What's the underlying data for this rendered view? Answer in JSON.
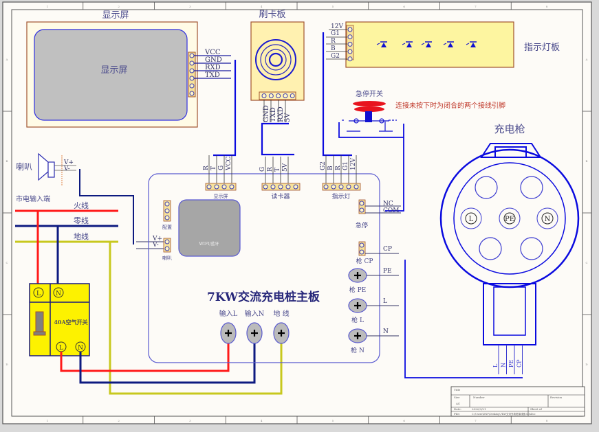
{
  "frame": {
    "column_markers": [
      "1",
      "2",
      "3",
      "4",
      "5",
      "6",
      "7",
      "8"
    ],
    "row_markers": [
      "A",
      "B",
      "C",
      "D"
    ]
  },
  "display": {
    "title": "显示屏",
    "screen_label": "显示屏",
    "pins": [
      "VCC",
      "GND",
      "RXD",
      "TXD"
    ]
  },
  "card_reader": {
    "title": "刷卡板",
    "pins": [
      "GND",
      "TXD",
      "RXD",
      "5V"
    ]
  },
  "indicator": {
    "title": "指示灯板",
    "pins": [
      "12V",
      "G1",
      "R",
      "B",
      "G2"
    ],
    "led_count": 5
  },
  "estop": {
    "title": "急停开关",
    "note": "连接未按下时为闭合的两个接线引脚"
  },
  "speaker": {
    "title": "喇叭",
    "pins": [
      "V+",
      "V-"
    ]
  },
  "mains": {
    "title": "市电输入端",
    "lines": [
      {
        "label": "火线",
        "color": "#ff1a1a"
      },
      {
        "label": "零线",
        "color": "#0d1a80"
      },
      {
        "label": "地线",
        "color": "#c8c81e"
      }
    ]
  },
  "breaker": {
    "label": "40A空气开关",
    "top_terminals": [
      "L",
      "N"
    ],
    "bottom_terminals": [
      "L",
      "N"
    ]
  },
  "mainboard": {
    "title": "7KW交流充电桩主板",
    "headers": {
      "display": {
        "label": "显示屏",
        "pins": [
          "R",
          "T",
          "G",
          "VCC"
        ]
      },
      "reader": {
        "label": "读卡器",
        "pins": [
          "G",
          "R",
          "T",
          "5V"
        ]
      },
      "indicator": {
        "label": "指示灯",
        "pins": [
          "G2",
          "B",
          "R",
          "G1",
          "12V"
        ]
      },
      "config": {
        "label": "配置"
      },
      "speaker": {
        "label": "喇叭",
        "pins": [
          "V+",
          "V-"
        ]
      },
      "estop": {
        "label": "急停",
        "pins": [
          "NC",
          "COM"
        ]
      },
      "cp": {
        "label": "枪 CP",
        "pins": [
          "CP"
        ]
      }
    },
    "wifi_label": "WIFI/蓝牙",
    "inputs": [
      "输入L",
      "输入N",
      "地 线"
    ],
    "gun_terminals": [
      {
        "label": "枪 PE",
        "wire": "PE"
      },
      {
        "label": "枪 L",
        "wire": "L"
      },
      {
        "label": "枪 N",
        "wire": "N"
      }
    ]
  },
  "gun": {
    "title": "充电枪",
    "pins": [
      "L",
      "PE",
      "N"
    ],
    "tail_pins": [
      "L",
      "N",
      "PE",
      "CP"
    ]
  },
  "title_block": {
    "title_label": "Title",
    "size_label": "Size",
    "size_value": "A4",
    "number_label": "Number",
    "revision_label": "Revision",
    "date_label": "Date:",
    "date_value": "2022/3/21",
    "file_label": "File:",
    "file_value": "C:\\Users\\DNF\\Desktop\\7KW交流充电桩接线图.SchDoc",
    "sheet_label": "Sheet   of",
    "drawn_label": "Drawn By:"
  },
  "colors": {
    "wire_blue": "#0a0adf",
    "wire_navy": "#0d1a80",
    "live": "#ff1a1a",
    "earth": "#c8c81e",
    "board_yellow": "#fffbc8",
    "component_border": "#a0522d"
  }
}
